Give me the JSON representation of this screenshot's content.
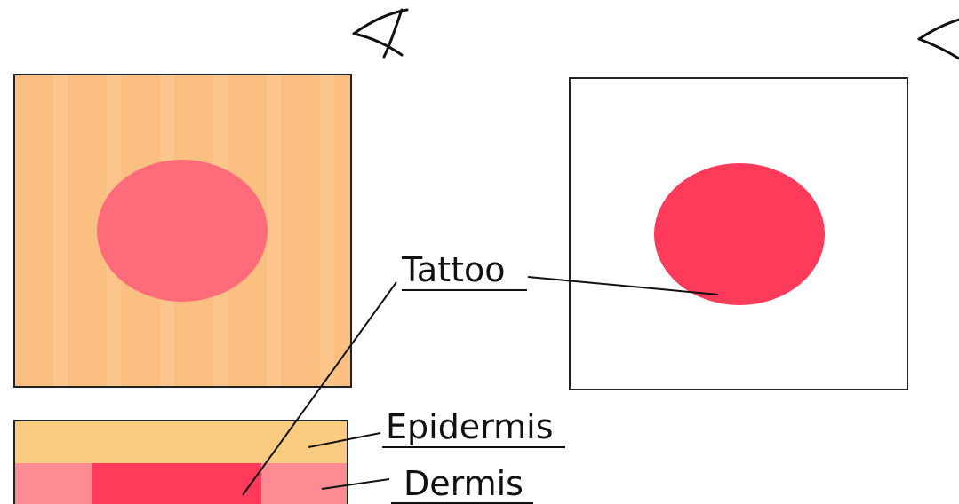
{
  "labels": {
    "tattoo": "Tattoo",
    "epidermis": "Epidermis",
    "dermis": "Dermis"
  },
  "colors": {
    "skin": "#fbc081",
    "tattoo_through_skin": "#fe6b7b",
    "tattoo_pure": "#fe3b5b",
    "epidermis": "#fbcb81",
    "dermis": "#fe8a93",
    "outline": "#222222"
  },
  "icons": {
    "viewer_left": "eye-icon",
    "viewer_right": "eye-icon"
  }
}
